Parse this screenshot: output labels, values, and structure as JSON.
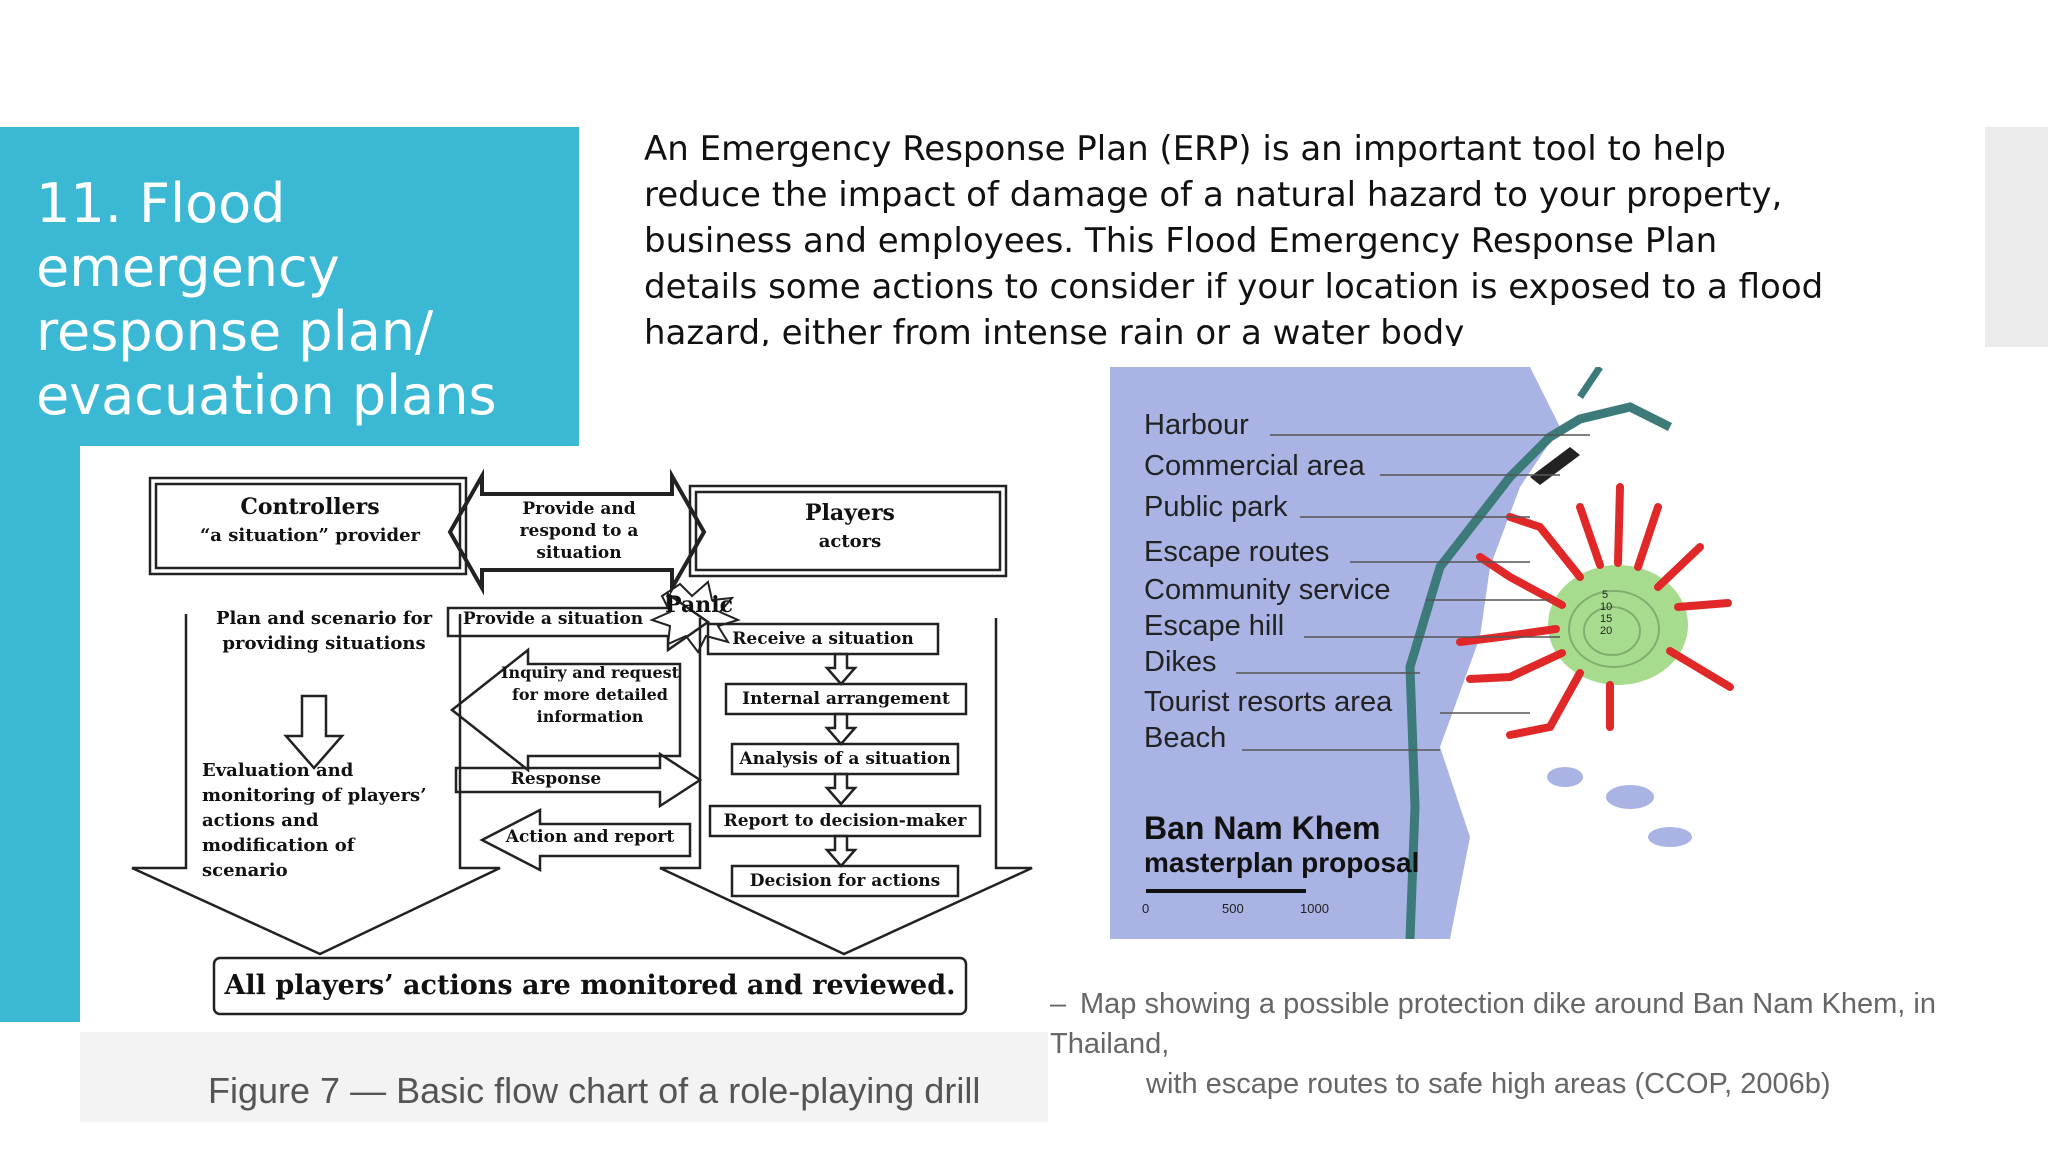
{
  "slide": {
    "title": "11. Flood emergency response plan/ evacuation plans",
    "intro": "An Emergency Response Plan (ERP) is an important tool to help reduce the impact of damage of a natural hazard to your property, business and employees. This Flood Emergency Response Plan details some actions to consider if your location is exposed to a flood hazard, either from intense rain or a water body",
    "colors": {
      "accent": "#3bb8d3",
      "text": "#111111"
    }
  },
  "flowchart": {
    "controllers_title": "Controllers",
    "controllers_sub": "“a situation” provider",
    "provide_respond": "Provide and respond to a situation",
    "players_title": "Players",
    "players_sub": "actors",
    "panic": "Panic",
    "plan_scenario": "Plan and scenario for providing situations",
    "evaluation": "Evaluation and monitoring of players’ actions and modification of scenario",
    "provide_situation": "Provide a situation",
    "inquiry": "Inquiry and request for more detailed information",
    "response": "Response",
    "action_report": "Action and report",
    "receive": "Receive a situation",
    "internal": "Internal arrangement",
    "analysis": "Analysis of a situation",
    "report_dm": "Report to decision-maker",
    "decision": "Decision for actions",
    "monitored": "All players’ actions are monitored and reviewed.",
    "caption": "Figure 7 — Basic flow chart of a role-playing drill"
  },
  "map": {
    "labels": [
      "Harbour",
      "Commercial area",
      "Public park",
      "Escape routes",
      "Community service",
      "Escape hill",
      "Dikes",
      "Tourist resorts area",
      "Beach"
    ],
    "title": "Ban Nam Khem",
    "subtitle": "masterplan proposal",
    "scale": [
      "0",
      "500",
      "1000"
    ],
    "contour_labels": [
      "5",
      "10",
      "15",
      "20"
    ],
    "caption_line1": "Map showing a possible protection dike around Ban Nam Khem, in Thailand,",
    "caption_line2": "with escape routes to safe high areas (CCOP, 2006b)",
    "colors": {
      "sea": "#a9b3e4",
      "land": "#ffffff",
      "hill": "#a7dc8f",
      "routes": "#e02828",
      "dike": "#3d7a7a"
    }
  }
}
